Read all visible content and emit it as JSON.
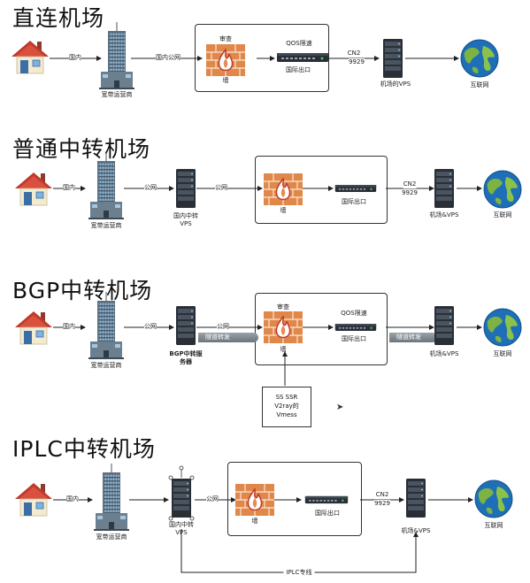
{
  "sections": {
    "s1": {
      "title": "直连机场",
      "labels": {
        "link_home": "国内",
        "isp": "宽带运营商",
        "link_isp": "国内公网",
        "audit": "审查",
        "wall": "墙",
        "qos": "QOS限速",
        "exit": "国际出口",
        "cn2": "CN2",
        "cn2_num": "9929",
        "vps": "机场的VPS",
        "internet": "互联网"
      }
    },
    "s2": {
      "title": "普通中转机场",
      "labels": {
        "link_home": "国内",
        "isp": "宽带运营商",
        "link_isp": "公网",
        "relay": "国内中转",
        "relay2": "VPS",
        "link_relay": "公网",
        "wall": "墙",
        "exit": "国际出口",
        "cn2": "CN2",
        "cn2_num": "9929",
        "vps": "机场&VPS",
        "internet": "互联网"
      }
    },
    "s3": {
      "title": "BGP中转机场",
      "labels": {
        "link_home": "国内",
        "isp": "宽带运营商",
        "link_isp": "公网",
        "relay": "BGP中转服",
        "relay2": "务器",
        "link_relay": "公网",
        "tunnel1": "隧道转发",
        "audit": "审查",
        "wall": "墙",
        "qos": "QOS限速",
        "exit": "国际出口",
        "tunnel2": "隧道转发",
        "vps": "机场&VPS",
        "internet": "互联网",
        "proto1": "SS SSR",
        "proto2": "V2ray的",
        "proto3": "Vmess"
      }
    },
    "s4": {
      "title": "IPLC中转机场",
      "labels": {
        "link_home": "国内",
        "isp": "宽带运营商",
        "relay": "国内中转",
        "relay2": "VPS",
        "link_relay": "公网",
        "wall": "墙",
        "exit": "国际出口",
        "cn2": "CN2",
        "cn2_num": "9929",
        "vps": "机场&VPS",
        "internet": "互联网",
        "iplc": "IPLC专线"
      }
    }
  },
  "colors": {
    "roof": "#c0392b",
    "wall": "#e0874a",
    "flame": "#c0392b",
    "ocean": "#1e6fb8",
    "land": "#7cb342",
    "server": "#2a2f36",
    "building": "#5b6f80",
    "iplc_line": "#c0392b"
  }
}
